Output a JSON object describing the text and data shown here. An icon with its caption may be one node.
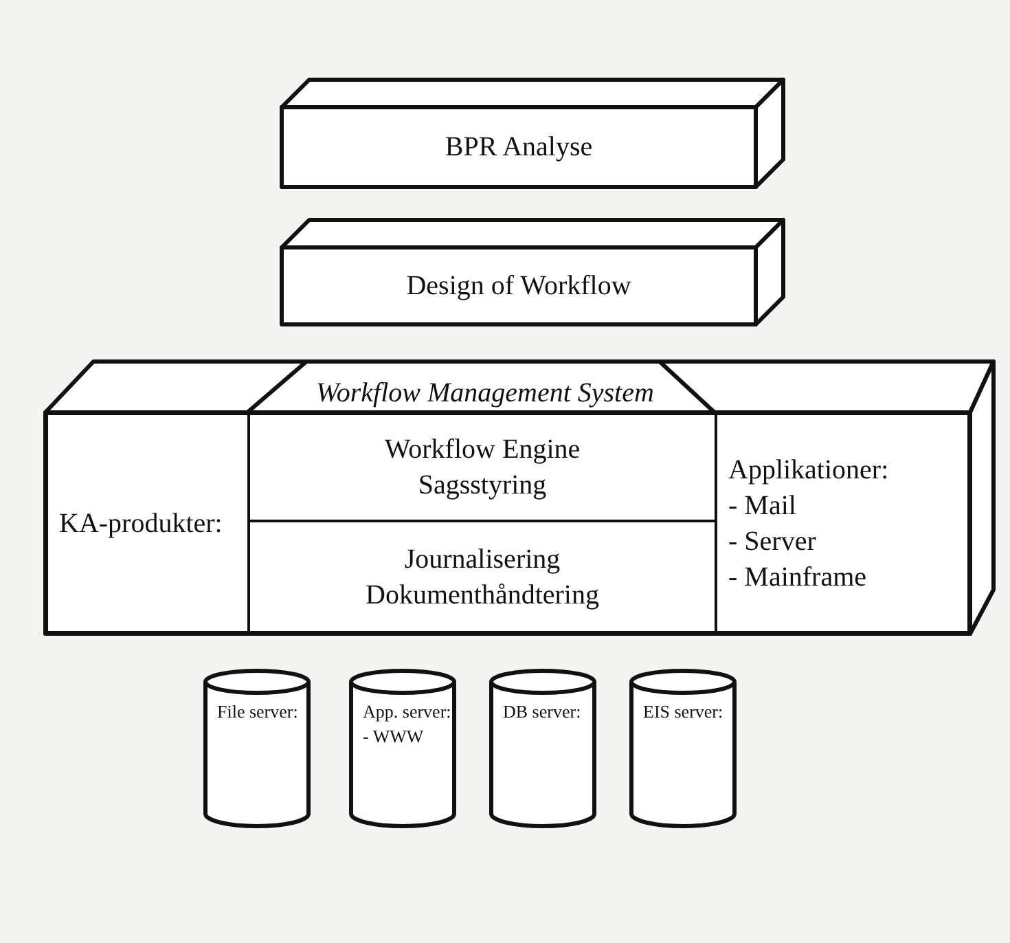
{
  "diagram": {
    "nodes": [
      {
        "text": [
          "BPR Analyse"
        ]
      },
      {
        "text": [
          "Design of Workflow"
        ]
      },
      {
        "text": [
          "Workflow Management System"
        ]
      },
      {
        "text": [
          "KA-produkter:"
        ],
        "in": 2
      },
      {
        "text": [
          "Workflow Engine",
          "Sagsstyring"
        ],
        "in": 2
      },
      {
        "text": [
          "Journalisering",
          "Dokumenthåndtering"
        ],
        "in": 2
      },
      {
        "text": [
          "Applikationer:",
          "- Mail",
          "- Server",
          "- Mainframe"
        ],
        "in": 2
      },
      {
        "text": [
          "File server:"
        ]
      },
      {
        "text": [
          "App. server:",
          "- WWW"
        ]
      },
      {
        "text": [
          "DB server:"
        ]
      },
      {
        "text": [
          "EIS server:"
        ]
      }
    ]
  }
}
